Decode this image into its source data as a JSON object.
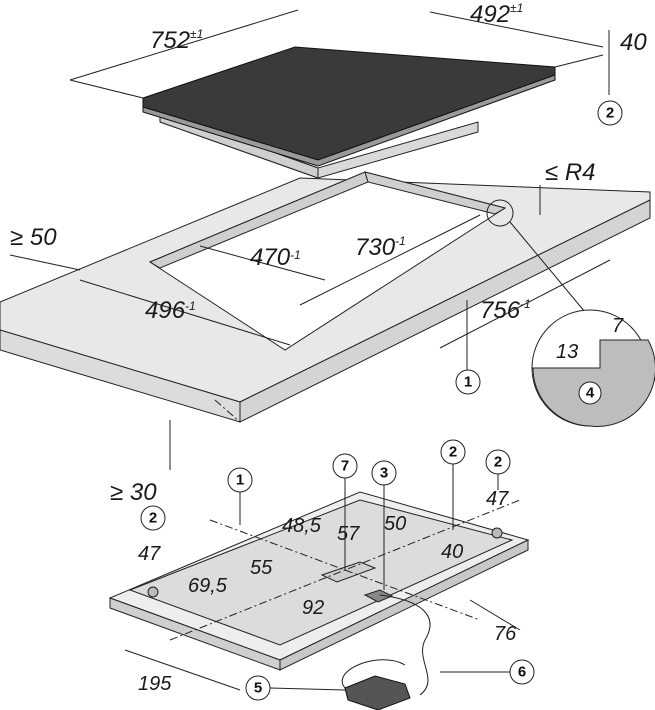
{
  "dimensions": {
    "hob_length": "752",
    "hob_length_tol": "±1",
    "hob_width": "492",
    "hob_width_tol": "±1",
    "hob_height": "40",
    "cutout_length": "730",
    "cutout_length_tol": "-1",
    "cutout_width": "470",
    "cutout_width_tol": "-1",
    "frame_width": "496",
    "frame_width_tol": "-1",
    "frame_length": "756",
    "frame_length_tol": "-1",
    "corner_radius": "≤ R4",
    "min_front_distance": "≥ 50",
    "min_worktop_thickness": "≥ 30",
    "detail_13": "13",
    "detail_7": "7",
    "b_48_5": "48,5",
    "b_57": "57",
    "b_50": "50",
    "b_40": "40",
    "b_47_left": "47",
    "b_47_right": "47",
    "b_55": "55",
    "b_69_5": "69,5",
    "b_92": "92",
    "b_76": "76",
    "b_195": "195"
  },
  "callouts": {
    "c1_top": "1",
    "c2_top": "2",
    "c4_detail": "4",
    "c1_bottom": "1",
    "c7": "7",
    "c3": "3",
    "c2_bottom_mid": "2",
    "c2_bottom_right": "2",
    "c2_bottom_left": "2",
    "c5": "5",
    "c6": "6"
  },
  "colors": {
    "glass_top": "#3a3a3a",
    "worktop": "#e6e6e6",
    "detail": "#bdbdbd",
    "line": "#222222"
  }
}
